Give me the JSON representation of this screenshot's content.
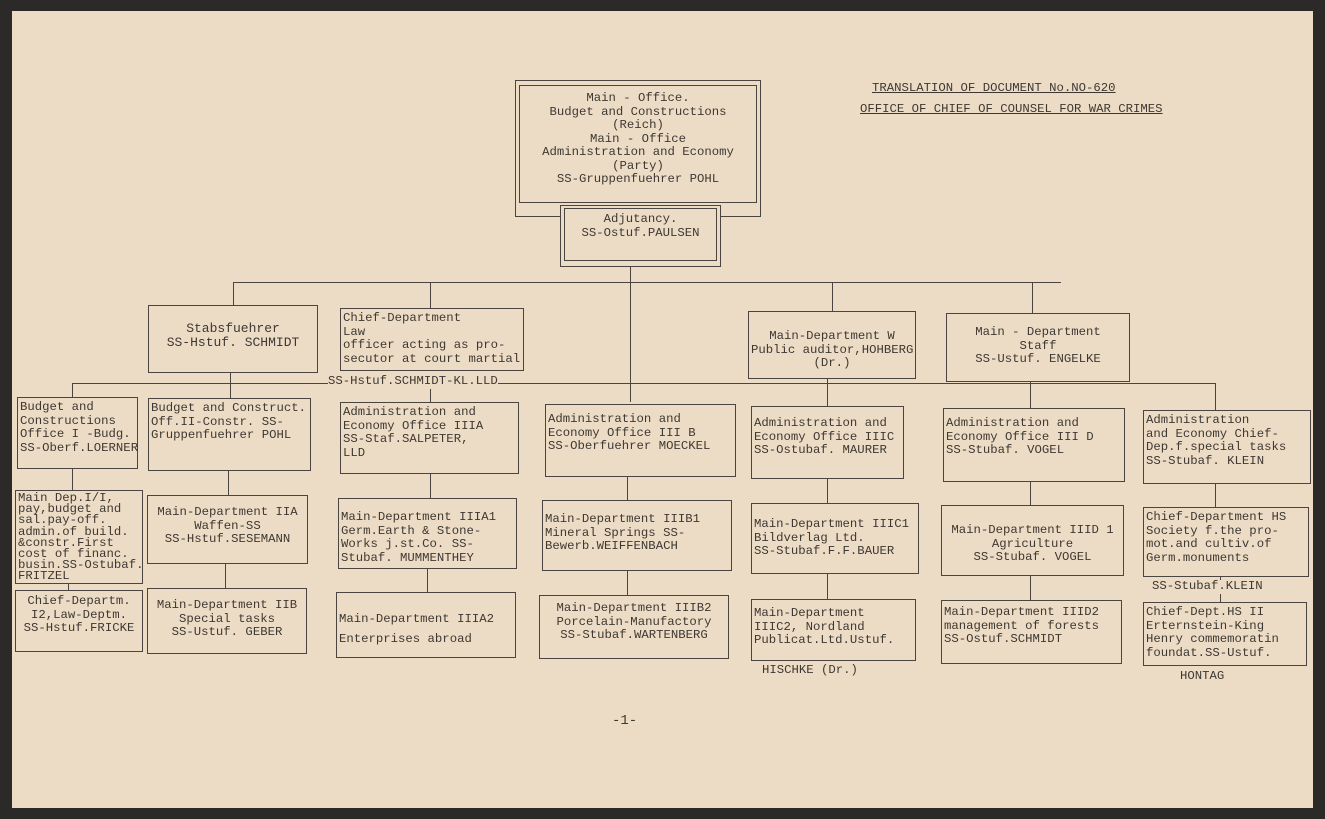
{
  "header": {
    "line1": "TRANSLATION OF DOCUMENT No.NO-620",
    "line2": "OFFICE OF CHIEF OF COUNSEL FOR WAR CRIMES"
  },
  "main_office": "Main - Office.\nBudget and Constructions\n(Reich)\nMain - Office\nAdministration and Economy\n(Party)\nSS-Gruppenfuehrer POHL",
  "adjutancy": "Adjutancy.\nSS-Ostuf.PAULSEN",
  "row2": {
    "staff_leader": "Stabsfuehrer\nSS-Hstuf. SCHMIDT",
    "law": "Chief-Department\nLaw\nofficer acting as pro-\nsecutor at court martial",
    "law_name": "SS-Hstuf.SCHMIDT-KL.LLD",
    "auditor": "Main-Department W\nPublic auditor,HOHBERG\n(Dr.)",
    "staff": "Main - Department\nStaff\nSS-Ustuf. ENGELKE"
  },
  "row3": [
    "Budget and\nConstructions\nOffice I -Budg.\nSS-Oberf.LOERNER",
    "Budget and Construct.\nOff.II-Constr. SS-\nGruppenfuehrer POHL",
    "Administration and\nEconomy Office IIIA\nSS-Staf.SALPETER,\nLLD",
    "Administration and\nEconomy Office III B\nSS-Oberfuehrer MOECKEL",
    "Administration and\nEconomy Office IIIC\nSS-Ostubaf. MAURER",
    "Administration and\nEconomy Office III D\nSS-Stubaf. VOGEL",
    "Administration\nand Economy Chief-\nDep.f.special tasks\nSS-Stubaf. KLEIN"
  ],
  "row4": [
    "Main Dep.I/I,\npay,budget and\nsal.pay-off.\nadmin.of build.\n&constr.First\ncost of financ.\nbusin.SS-Ostubaf.\nFRITZEL",
    "Main-Department IIA\nWaffen-SS\nSS-Hstuf.SESEMANN",
    "Main-Department IIIA1\nGerm.Earth & Stone-\nWorks j.st.Co. SS-\nStubaf. MUMMENTHEY",
    "Main-Department IIIB1\nMineral Springs SS-\nBewerb.WEIFFENBACH",
    "Main-Department IIIC1\nBildverlag Ltd.\nSS-Stubaf.F.F.BAUER",
    "Main-Department IIID 1\nAgriculture\nSS-Stubaf. VOGEL",
    "Chief-Department HS\nSociety f.the pro-\nmot.and cultiv.of\nGerm.monuments"
  ],
  "row4_extra": "SS-Stubaf.KLEIN",
  "row5": [
    "Chief-Departm.\nI2,Law-Deptm.\nSS-Hstuf.FRICKE",
    "Main-Department IIB\nSpecial tasks\nSS-Ustuf. GEBER",
    "Main-Department IIIA2\nEnterprises abroad",
    "Main-Department IIIB2\nPorcelain-Manufactory\nSS-Stubaf.WARTENBERG",
    "Main-Department\nIIIC2, Nordland\nPublicat.Ltd.Ustuf.",
    "Main-Department IIID2\nmanagement of forests\nSS-Ostuf.SCHMIDT",
    "Chief-Dept.HS II\nErternstein-King\nHenry commemoratin\nfoundat.SS-Ustuf."
  ],
  "row5_extra": [
    "HISCHKE (Dr.)",
    "HONTAG"
  ],
  "page_number": "-1-"
}
